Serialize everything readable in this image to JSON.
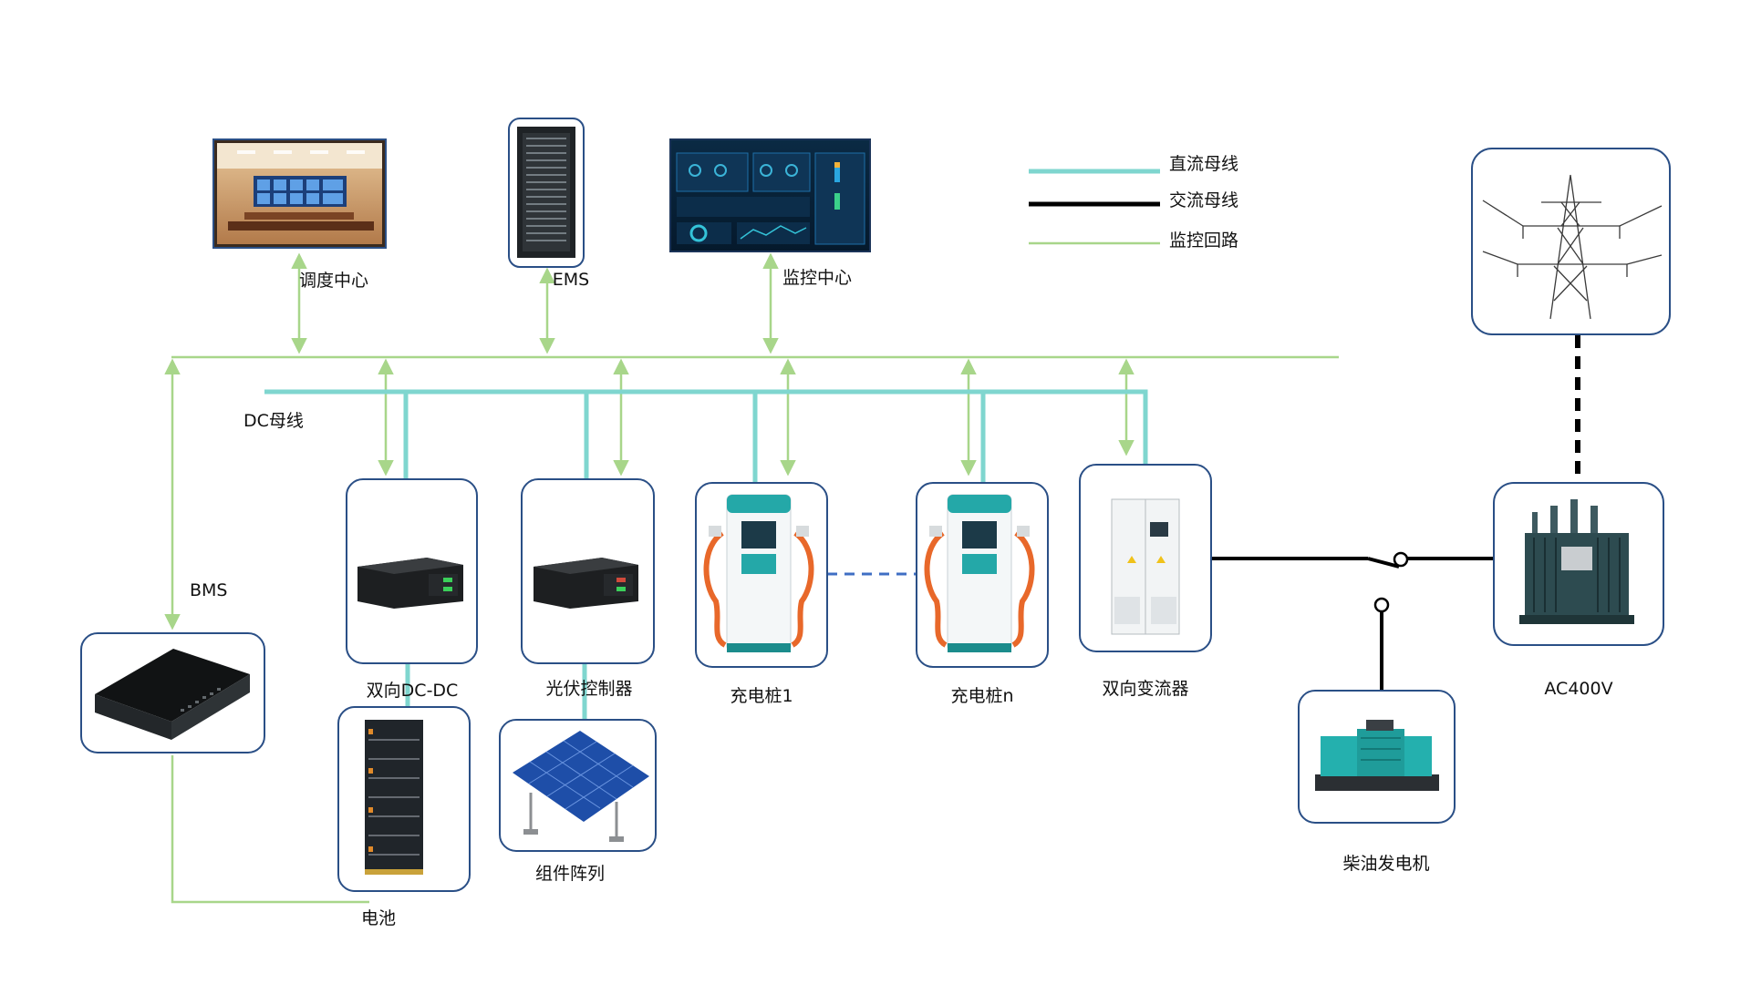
{
  "legend": {
    "dc_bus": "直流母线",
    "ac_bus": "交流母线",
    "monitor_loop": "监控回路"
  },
  "colors": {
    "dc_bus": "#7fd6cf",
    "ac_bus": "#000000",
    "monitor_loop": "#a8d68a",
    "box_border": "#2a4f86",
    "dashed_link": "#3f6fc4"
  },
  "labels": {
    "dispatch_center": "调度中心",
    "ems": "EMS",
    "monitor_center": "监控中心",
    "dc_bus_label": "DC母线",
    "bms": "BMS",
    "bidirectional_dcdc": "双向DC-DC",
    "pv_controller": "光伏控制器",
    "charger_1": "充电桩1",
    "charger_n": "充电桩n",
    "bidirectional_converter": "双向变流器",
    "battery": "电池",
    "pv_array": "组件阵列",
    "diesel_generator": "柴油发电机",
    "ac400v": "AC400V"
  }
}
